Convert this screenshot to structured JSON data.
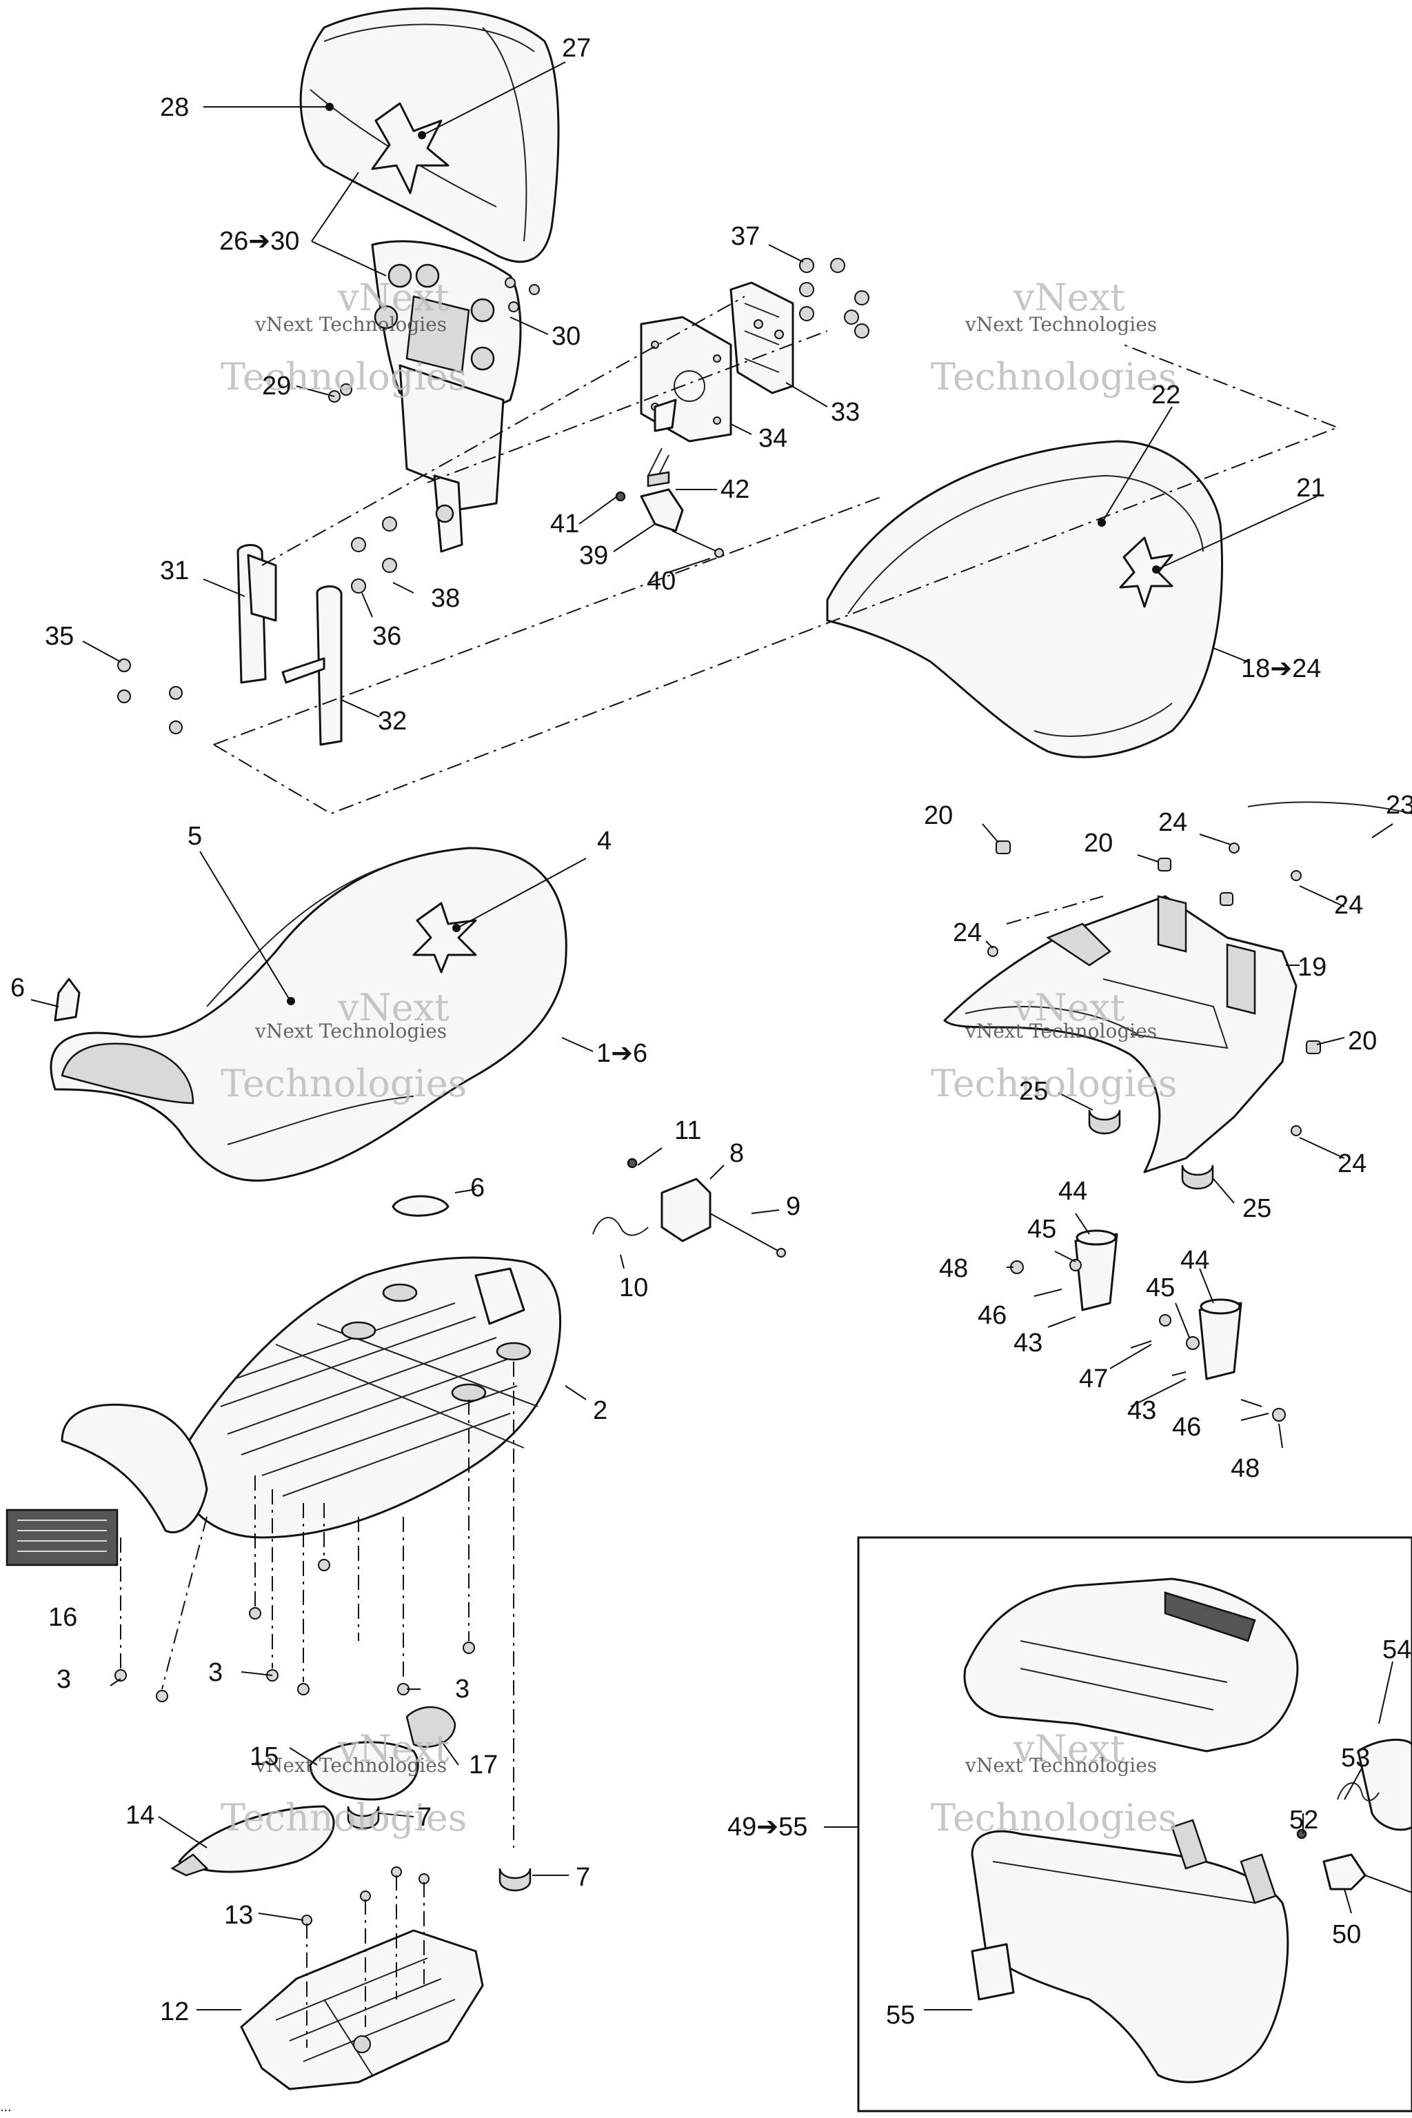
{
  "watermark": {
    "brand_line": "vNext",
    "company_line": "vNext Technologies",
    "big_line": "Technologies"
  },
  "callouts": [
    {
      "id": "c27",
      "text": "27"
    },
    {
      "id": "c28",
      "text": "28"
    },
    {
      "id": "c26-30",
      "text": "26➔30"
    },
    {
      "id": "c30",
      "text": "30"
    },
    {
      "id": "c29",
      "text": "29"
    },
    {
      "id": "c37",
      "text": "37"
    },
    {
      "id": "c33",
      "text": "33"
    },
    {
      "id": "c34",
      "text": "34"
    },
    {
      "id": "c42",
      "text": "42"
    },
    {
      "id": "c41",
      "text": "41"
    },
    {
      "id": "c39",
      "text": "39"
    },
    {
      "id": "c40",
      "text": "40"
    },
    {
      "id": "c31",
      "text": "31"
    },
    {
      "id": "c38",
      "text": "38"
    },
    {
      "id": "c36",
      "text": "36"
    },
    {
      "id": "c35",
      "text": "35"
    },
    {
      "id": "c32",
      "text": "32"
    },
    {
      "id": "c22",
      "text": "22"
    },
    {
      "id": "c21",
      "text": "21"
    },
    {
      "id": "c18-24",
      "text": "18➔24"
    },
    {
      "id": "c5",
      "text": "5"
    },
    {
      "id": "c4",
      "text": "4"
    },
    {
      "id": "c6a",
      "text": "6"
    },
    {
      "id": "c1-6",
      "text": "1➔6"
    },
    {
      "id": "c6b",
      "text": "6"
    },
    {
      "id": "c11",
      "text": "11"
    },
    {
      "id": "c8",
      "text": "8"
    },
    {
      "id": "c9",
      "text": "9"
    },
    {
      "id": "c10",
      "text": "10"
    },
    {
      "id": "c2",
      "text": "2"
    },
    {
      "id": "c16",
      "text": "16"
    },
    {
      "id": "c3a",
      "text": "3"
    },
    {
      "id": "c3b",
      "text": "3"
    },
    {
      "id": "c3c",
      "text": "3"
    },
    {
      "id": "c15",
      "text": "15"
    },
    {
      "id": "c17",
      "text": "17"
    },
    {
      "id": "c14",
      "text": "14"
    },
    {
      "id": "c7a",
      "text": "7"
    },
    {
      "id": "c7b",
      "text": "7"
    },
    {
      "id": "c13",
      "text": "13"
    },
    {
      "id": "c12",
      "text": "12"
    },
    {
      "id": "c20a",
      "text": "20"
    },
    {
      "id": "c24a",
      "text": "24"
    },
    {
      "id": "c23",
      "text": "23"
    },
    {
      "id": "c20b",
      "text": "20"
    },
    {
      "id": "c24b",
      "text": "24"
    },
    {
      "id": "c24c",
      "text": "24"
    },
    {
      "id": "c19",
      "text": "19"
    },
    {
      "id": "c20c",
      "text": "20"
    },
    {
      "id": "c25a",
      "text": "25"
    },
    {
      "id": "c24d",
      "text": "24"
    },
    {
      "id": "c25b",
      "text": "25"
    },
    {
      "id": "c44a",
      "text": "44"
    },
    {
      "id": "c45a",
      "text": "45"
    },
    {
      "id": "c48a",
      "text": "48"
    },
    {
      "id": "c46a",
      "text": "46"
    },
    {
      "id": "c43a",
      "text": "43"
    },
    {
      "id": "c44b",
      "text": "44"
    },
    {
      "id": "c45b",
      "text": "45"
    },
    {
      "id": "c47",
      "text": "47"
    },
    {
      "id": "c43b",
      "text": "43"
    },
    {
      "id": "c46b",
      "text": "46"
    },
    {
      "id": "c48b",
      "text": "48"
    },
    {
      "id": "c49-55",
      "text": "49➔55"
    },
    {
      "id": "c54",
      "text": "54"
    },
    {
      "id": "c53",
      "text": "53"
    },
    {
      "id": "c52",
      "text": "52"
    },
    {
      "id": "c50",
      "text": "50"
    },
    {
      "id": "c55",
      "text": "55"
    }
  ],
  "footer": {
    "drawing_code": "..."
  }
}
